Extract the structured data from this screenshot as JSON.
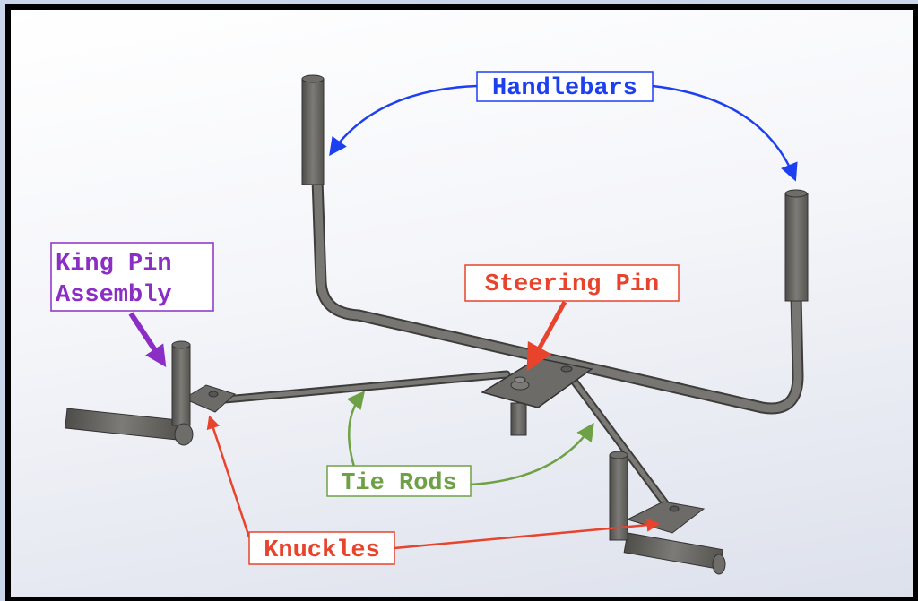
{
  "title": "Steering assembly diagram",
  "labels": {
    "handlebars": "Handlebars",
    "king_pin_line1": "King Pin",
    "king_pin_line2": "Assembly",
    "steering_pin": "Steering Pin",
    "tie_rods": "Tie Rods",
    "knuckles": "Knuckles"
  },
  "colors": {
    "handlebars": "#1d3ff2",
    "king_pin": "#8b2fc4",
    "steering_pin": "#e8432c",
    "tie_rods": "#6ea145",
    "knuckles": "#e8432c",
    "metal": "#6b6a67"
  }
}
